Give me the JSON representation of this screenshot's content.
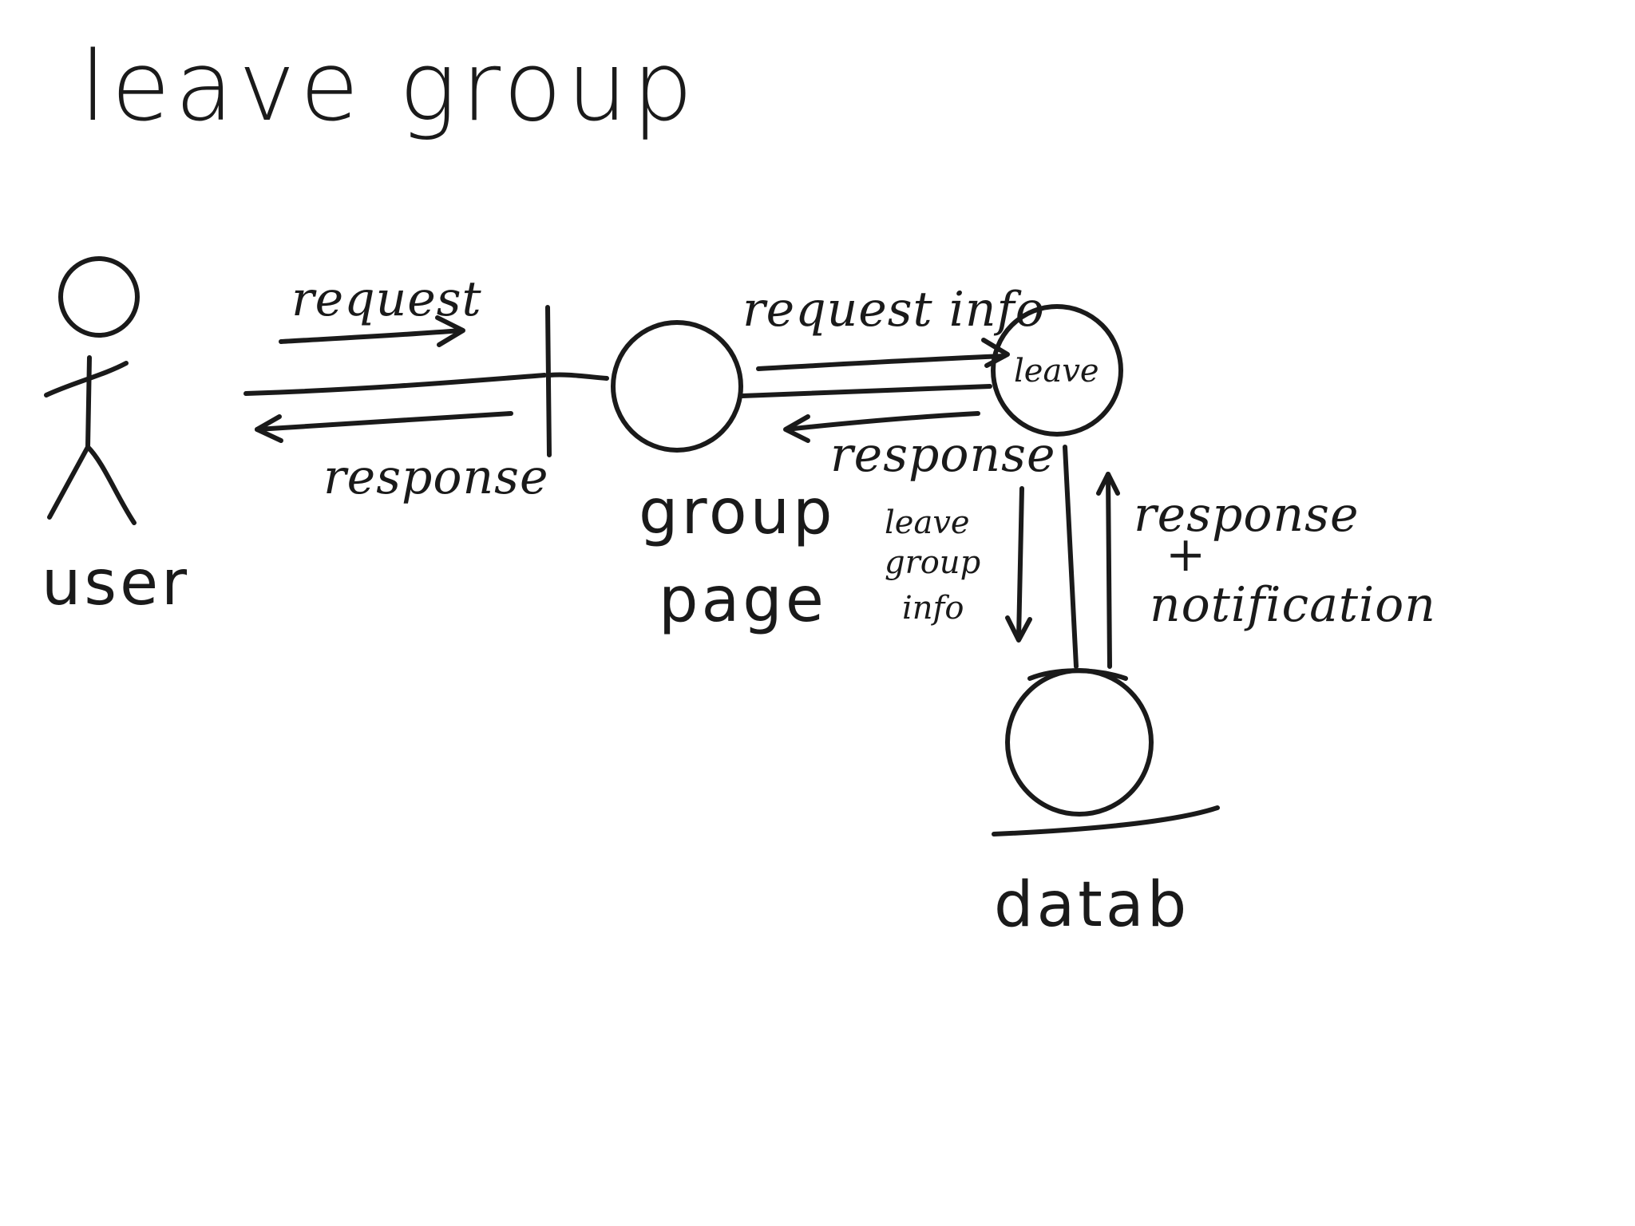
{
  "title": "leave group",
  "actors": {
    "user": {
      "label": "user"
    }
  },
  "nodes": {
    "group_page": {
      "label_line1": "group",
      "label_line2": "page"
    },
    "leave": {
      "label": "leave"
    },
    "database": {
      "label": "datab"
    }
  },
  "messages": {
    "user_request": "request",
    "user_response": "response",
    "page_request": "request info",
    "page_response": "response",
    "db_request_line1": "leave",
    "db_request_line2": "group",
    "db_request_line3": "info",
    "db_response_line1": "response",
    "db_response_line2": "+",
    "db_response_line3": "notification"
  },
  "colors": {
    "ink": "#1a1a1a",
    "paper": "#ffffff"
  }
}
